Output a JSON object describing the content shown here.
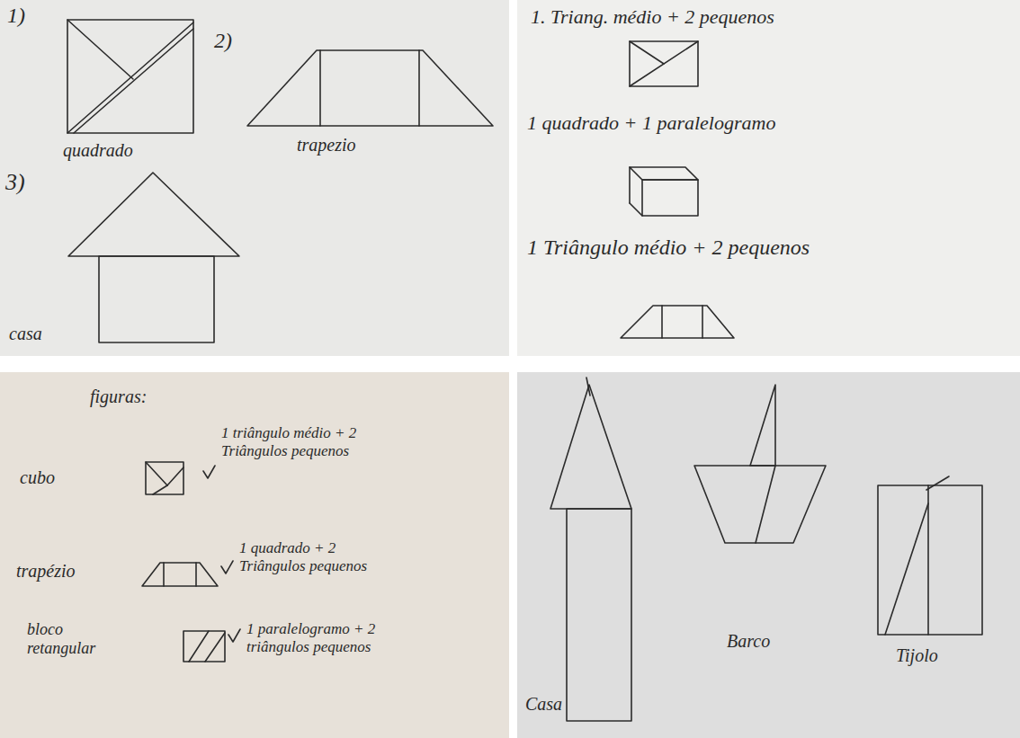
{
  "diagram": {
    "labels": [
      "1)",
      "2)",
      "quadrado",
      "trapezio",
      "3)",
      "casa",
      "1. Triang. médio + 2 pequenos",
      "1 quadrado + 1 paralelogramo",
      "1 Triângulo médio + 2 pequenos",
      "figuras:",
      "cubo",
      "1 triângulo médio + 2 Triângulos pequenos",
      "trapézio",
      "1 quadrado + 2 Triângulos pequenos",
      "bloco retangular",
      "1 paralelogramo + 2 triângulos pequenos",
      "Casa",
      "Barco",
      "Tijolo"
    ]
  }
}
